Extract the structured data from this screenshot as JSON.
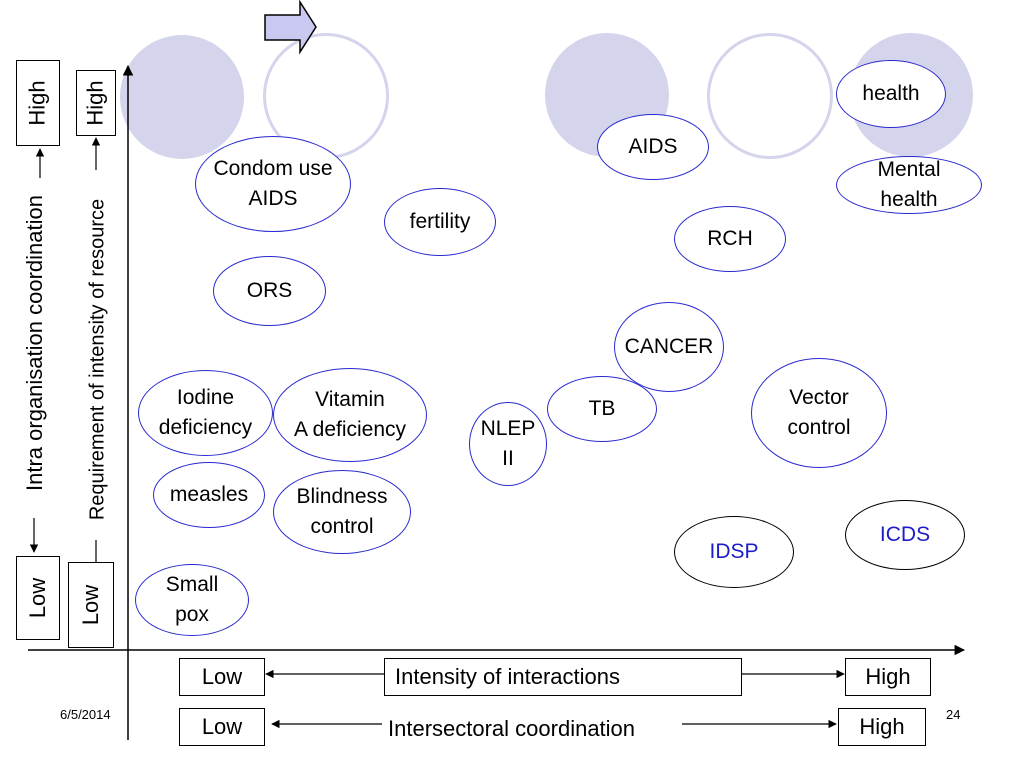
{
  "slide": {
    "date": "6/5/2014",
    "page_number": "24"
  },
  "axes": {
    "y_outer": {
      "label": "Intra organisation coordination",
      "high": "High",
      "low": "Low"
    },
    "y_inner": {
      "label": "Requirement of intensity of resource",
      "high": "High",
      "low": "Low"
    },
    "x_upper": {
      "label": "Intensity of interactions",
      "low": "Low",
      "high": "High"
    },
    "x_lower": {
      "label": "Intersectoral coordination",
      "low": "Low",
      "high": "High"
    }
  },
  "programmes": [
    {
      "label": "Condom use\nAIDS"
    },
    {
      "label": "fertility"
    },
    {
      "label": "ORS"
    },
    {
      "label": "Iodine\ndeficiency"
    },
    {
      "label": "Vitamin\nA deficiency"
    },
    {
      "label": "measles"
    },
    {
      "label": "Blindness\ncontrol"
    },
    {
      "label": "Small\npox"
    },
    {
      "label": "AIDS"
    },
    {
      "label": "health"
    },
    {
      "label": "Mental\nhealth"
    },
    {
      "label": "RCH"
    },
    {
      "label": "CANCER"
    },
    {
      "label": "TB"
    },
    {
      "label": "NLEP\nII"
    },
    {
      "label": "Vector\ncontrol"
    },
    {
      "label": "IDSP"
    },
    {
      "label": "ICDS"
    }
  ],
  "colors": {
    "ellipse_outline": "#2a2ad0",
    "highlight_fill": "#d4d4ec",
    "highlight_text": "#1c1cc8",
    "arrow_fill": "#c8c8f0"
  }
}
